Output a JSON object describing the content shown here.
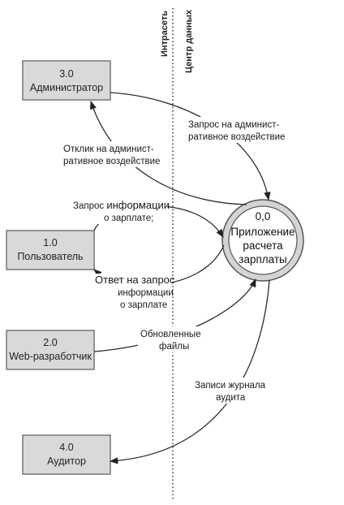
{
  "boundary": {
    "left_label": "Интрасеть",
    "right_label": "Центр данных"
  },
  "entities": [
    {
      "number": "3.0",
      "name": "Администратор"
    },
    {
      "number": "1.0",
      "name": "Пользователь"
    },
    {
      "number": "2.0",
      "name": "Web-разработчик"
    },
    {
      "number": "4.0",
      "name": "Аудитор"
    }
  ],
  "process": {
    "number": "0,0",
    "lines": [
      "Приложение",
      "расчета",
      "зарплаты"
    ]
  },
  "flows": {
    "admin_request": [
      "Запрос на админист-",
      "ративное воздействие"
    ],
    "admin_response": [
      "Отклик на админист-",
      "ративное воздействие"
    ],
    "info_request_a": "Запрос ",
    "info_request_b": "информации",
    "info_request_c": "о зарплате;",
    "info_response": [
      "Ответ на запрос",
      "информации",
      "о зарплате"
    ],
    "updated_files": [
      "Обновленные",
      "файлы"
    ],
    "audit_records": [
      "Записи журнала",
      "аудита"
    ]
  }
}
